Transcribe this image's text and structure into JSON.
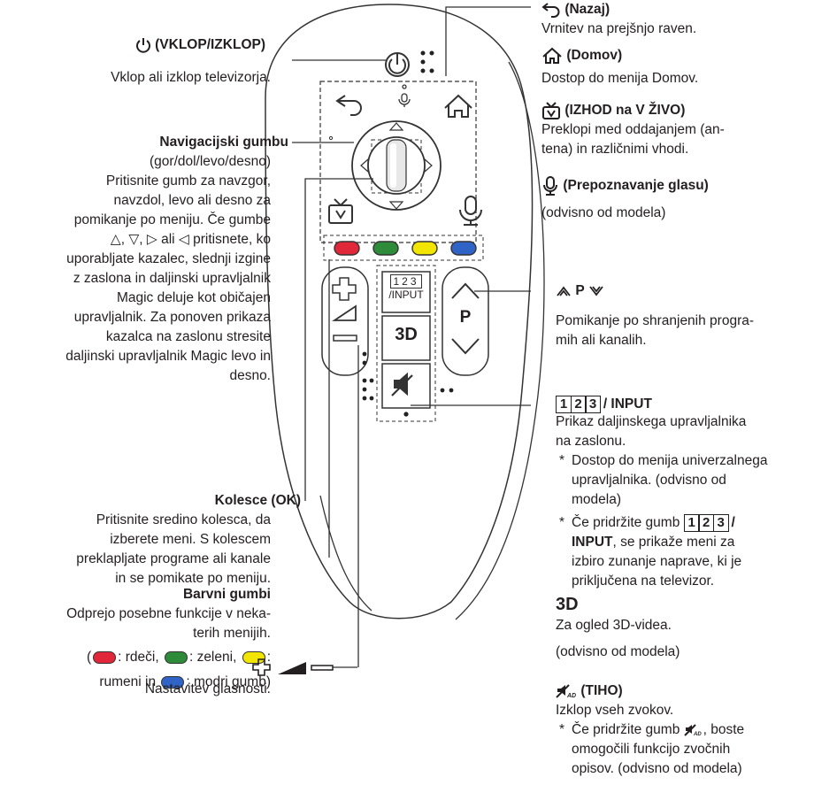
{
  "left": {
    "power": {
      "title": "(VKLOP/IZKLOP)",
      "desc": "Vklop ali izklop televizorja."
    },
    "nav": {
      "title": "Navigacijski gumbu",
      "lines": [
        "(gor/dol/levo/desno)",
        "Pritisnite gumb za navzgor,",
        "navzdol, levo ali desno za",
        "pomikanje po meniju. Če gumbe",
        "△, ▽, ▷ ali ◁ pritisnete, ko",
        "uporabljate kazalec, slednji izgine",
        "z zaslona in daljinski upravljalnik",
        "Magic deluje kot običajen",
        "upravljalnik. Za ponoven prikaza",
        "kazalca na zaslonu stresite",
        "daljinski upravljalnik Magic levo in",
        "desno."
      ]
    },
    "wheel": {
      "title": "Kolesce (OK)",
      "lines": [
        "Pritisnite sredino kolesca, da",
        "izberete meni. S kolescem",
        "preklapljate programe ali kanale",
        "in se pomikate po meniju."
      ]
    },
    "color": {
      "title": "Barvni gumbi",
      "lines": [
        "Odprejo posebne funkcije v neka-",
        "terih menijih."
      ],
      "red": ": rdeči,",
      "green": ": zeleni,",
      "yellow": ":",
      "rumeni": "rumeni in",
      "blue": ": modri gumb)",
      "open_paren": "(",
      "colors": {
        "red": "#e0283a",
        "green": "#2e8b3a",
        "yellow": "#f2e500",
        "blue": "#2f63c5"
      }
    },
    "volume": {
      "desc": "Nastavitev glasnosti."
    }
  },
  "right": {
    "back": {
      "title": "(Nazaj)",
      "desc": "Vrnitev na prejšnjo raven."
    },
    "home": {
      "title": "(Domov)",
      "desc": "Dostop do menija Domov."
    },
    "live": {
      "title": "(IZHOD na V ŽIVO)",
      "lines": [
        "Preklopi med oddajanjem (an-",
        "tena) in različnimi vhodi."
      ]
    },
    "voice": {
      "title": "(Prepoznavanje glasu)",
      "desc": "(odvisno od modela)"
    },
    "prog": {
      "p": "P",
      "desc": [
        "Pomikanje po shranjenih progra-",
        "mih ali kanalih."
      ]
    },
    "input": {
      "digits": [
        "1",
        "2",
        "3"
      ],
      "title": "/ INPUT",
      "lines": [
        "Prikaz daljinskega upravljalnika",
        "na zaslonu."
      ],
      "note1": [
        "Dostop do menija univerzalnega",
        "upravljalnika. (odvisno od",
        "modela)"
      ],
      "note2_pre": "Če pridržite gumb",
      "note2_slash": "/",
      "note2_bold": "INPUT",
      "note2_lines": [
        ", se prikaže meni za",
        "izbiro zunanje naprave, ki je",
        "priključena na televizor."
      ]
    },
    "three_d": {
      "label": "3D",
      "desc": "Za ogled 3D-videa.",
      "note": "(odvisno od modela)"
    },
    "mute": {
      "title": "(TIHO)",
      "desc": "Izklop vseh zvokov.",
      "note_pre": "Če pridržite gumb",
      "note_lines": [
        ", boste",
        "omogočili funkcijo zvočnih",
        "opisov. (odvisno od modela)"
      ]
    }
  },
  "remote": {
    "input_label": "/INPUT",
    "digits": "123",
    "p_label": "P",
    "three_d": "3D"
  }
}
